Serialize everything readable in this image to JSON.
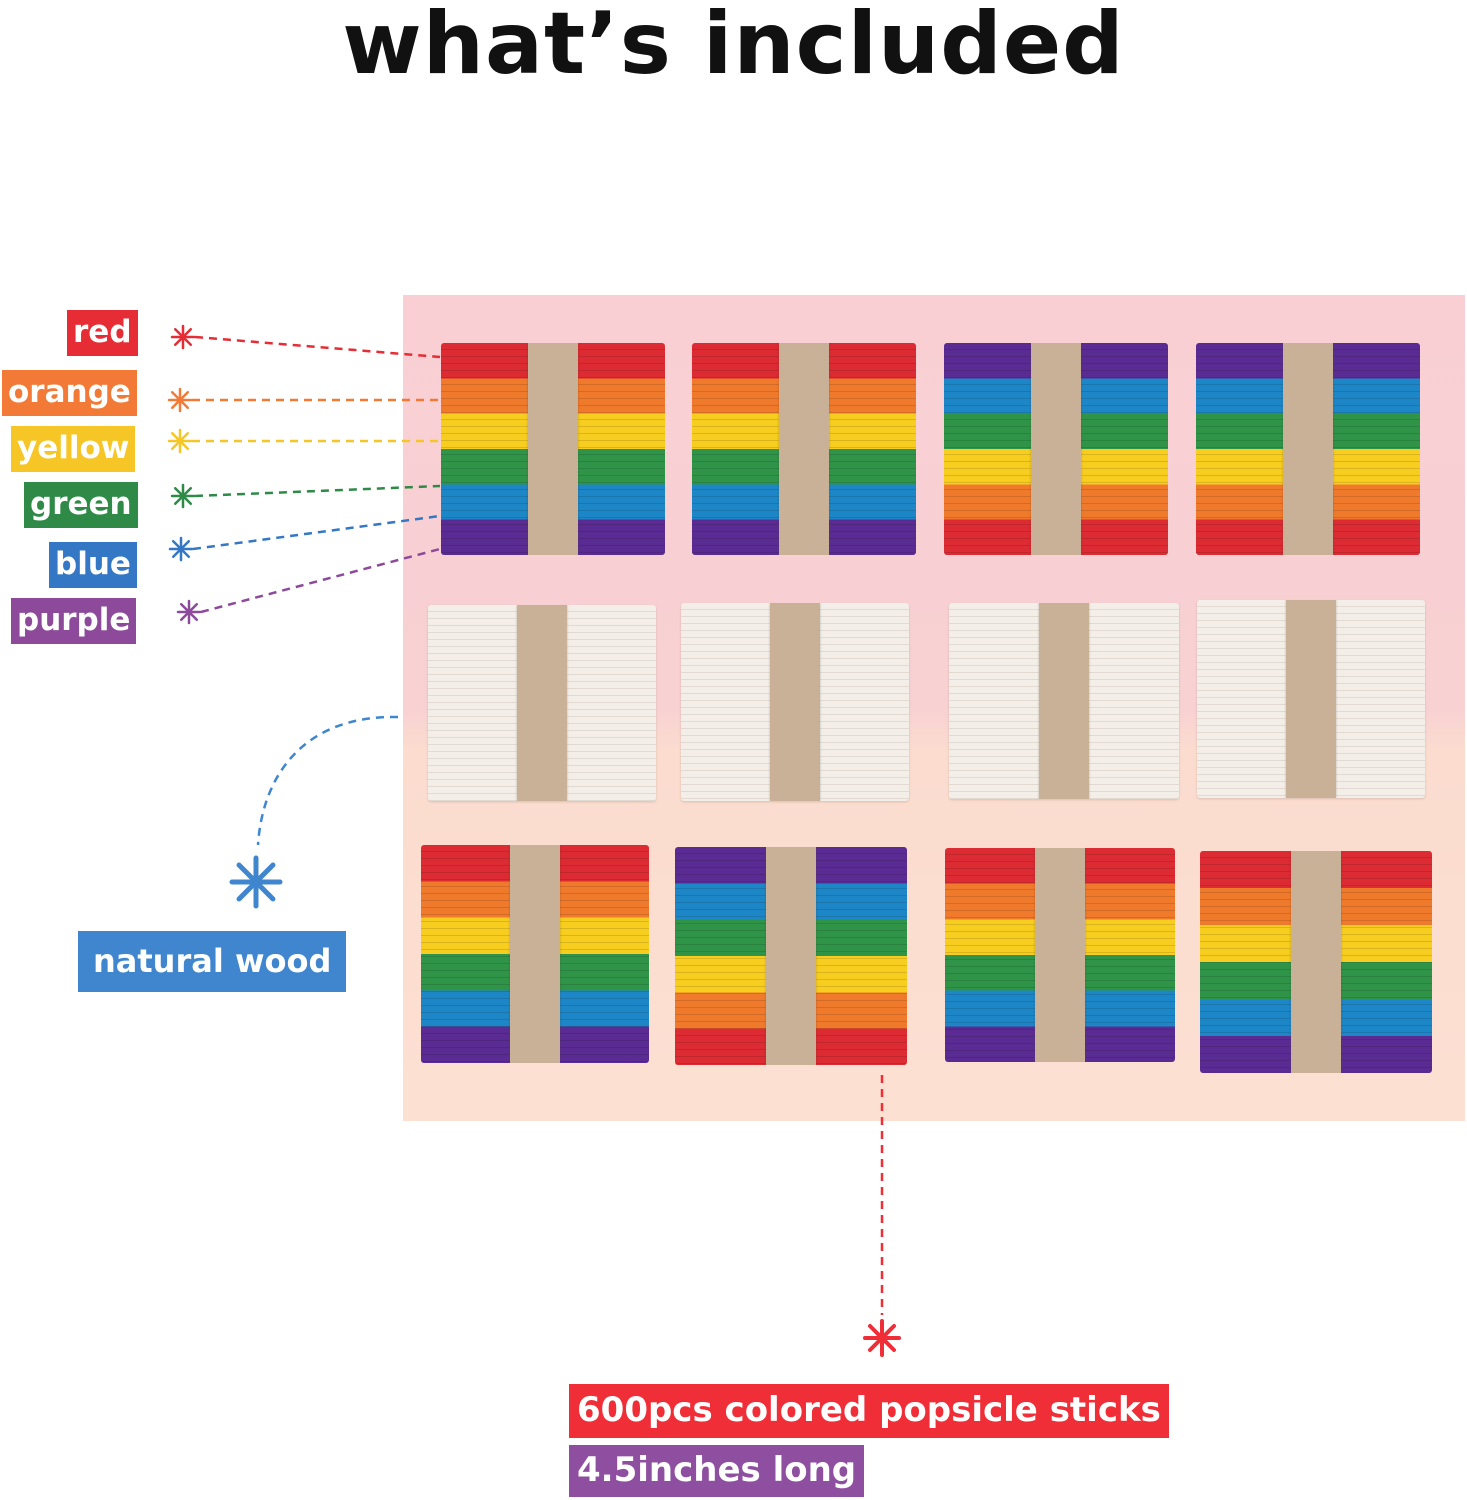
{
  "title": "what’s included",
  "colors": [
    {
      "name": "red",
      "hex": "#e62d35"
    },
    {
      "name": "orange",
      "hex": "#f37a36"
    },
    {
      "name": "yellow",
      "hex": "#f5c626"
    },
    {
      "name": "green",
      "hex": "#2f8a47"
    },
    {
      "name": "blue",
      "hex": "#3477c4"
    },
    {
      "name": "purple",
      "hex": "#8d4a9b"
    }
  ],
  "natural_label": "natural wood",
  "natural_color": "#3f86cf",
  "product_label": "600pcs colored popsicle sticks",
  "product_color": "#ef2e38",
  "length_label": "4.5inches long",
  "length_color": "#8f4fa0",
  "stick_colors": {
    "red": "#dc2b32",
    "orange": "#f07a2b",
    "yellow": "#f7cd1f",
    "green": "#2f9448",
    "blue": "#1c86c7",
    "purple": "#5a2c93"
  }
}
